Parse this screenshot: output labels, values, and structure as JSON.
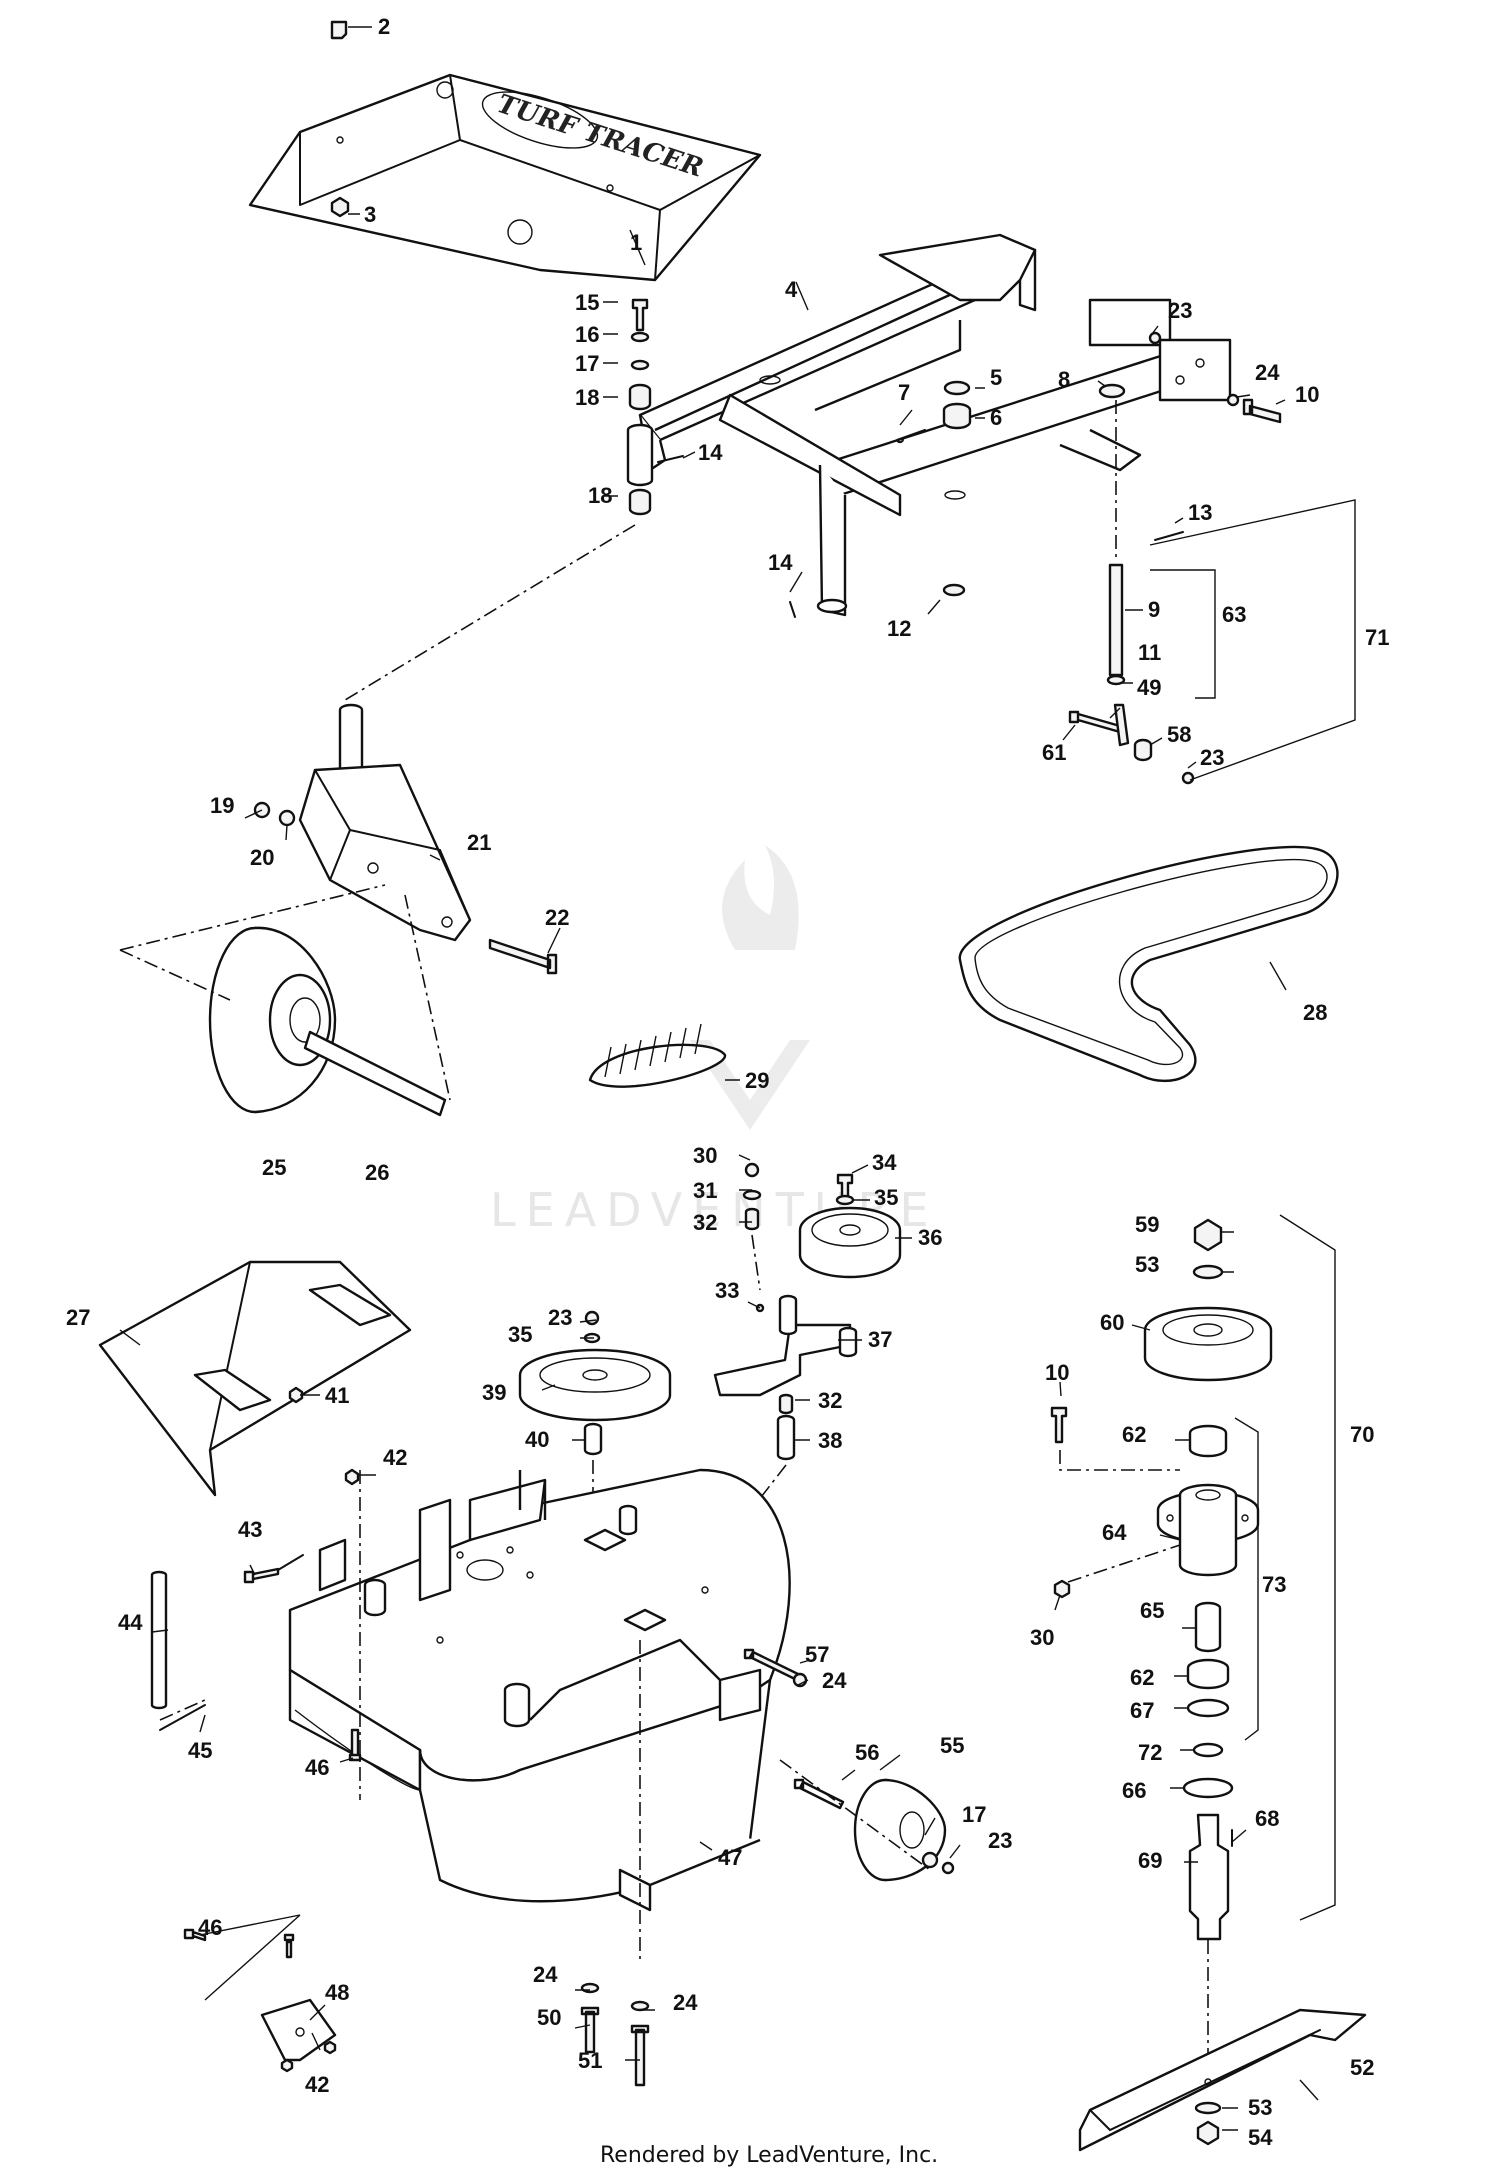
{
  "watermark": {
    "text": "LEADVENTURE"
  },
  "logo_text": "TURF TRACER",
  "footer": {
    "text": "Rendered by LeadVenture, Inc."
  },
  "callouts": {
    "c1": "1",
    "c2": "2",
    "c3": "3",
    "c4": "4",
    "c5": "5",
    "c6": "6",
    "c7": "7",
    "c8": "8",
    "c9": "9",
    "c10": "10",
    "c10b": "10",
    "c11": "11",
    "c12": "12",
    "c13": "13",
    "c14a": "14",
    "c14b": "14",
    "c15": "15",
    "c16": "16",
    "c17a": "17",
    "c17b": "17",
    "c18a": "18",
    "c18b": "18",
    "c19": "19",
    "c20": "20",
    "c21": "21",
    "c22": "22",
    "c23a": "23",
    "c23b": "23",
    "c23c": "23",
    "c23d": "23",
    "c24a": "24",
    "c24b": "24",
    "c24c": "24",
    "c24d": "24",
    "c25": "25",
    "c26": "26",
    "c27": "27",
    "c28": "28",
    "c29": "29",
    "c30a": "30",
    "c30b": "30",
    "c31": "31",
    "c32a": "32",
    "c32b": "32",
    "c33": "33",
    "c34": "34",
    "c35a": "35",
    "c35b": "35",
    "c36": "36",
    "c37": "37",
    "c38": "38",
    "c39": "39",
    "c40": "40",
    "c41": "41",
    "c42a": "42",
    "c42b": "42",
    "c43": "43",
    "c44": "44",
    "c45": "45",
    "c46a": "46",
    "c46b": "46",
    "c47": "47",
    "c48": "48",
    "c49": "49",
    "c50": "50",
    "c51": "51",
    "c52": "52",
    "c53a": "53",
    "c53b": "53",
    "c54": "54",
    "c55": "55",
    "c56": "56",
    "c57": "57",
    "c58": "58",
    "c59": "59",
    "c60": "60",
    "c61": "61",
    "c62a": "62",
    "c62b": "62",
    "c63": "63",
    "c64": "64",
    "c65": "65",
    "c66": "66",
    "c67": "67",
    "c68": "68",
    "c69": "69",
    "c70": "70",
    "c71": "71",
    "c72": "72",
    "c73": "73"
  }
}
